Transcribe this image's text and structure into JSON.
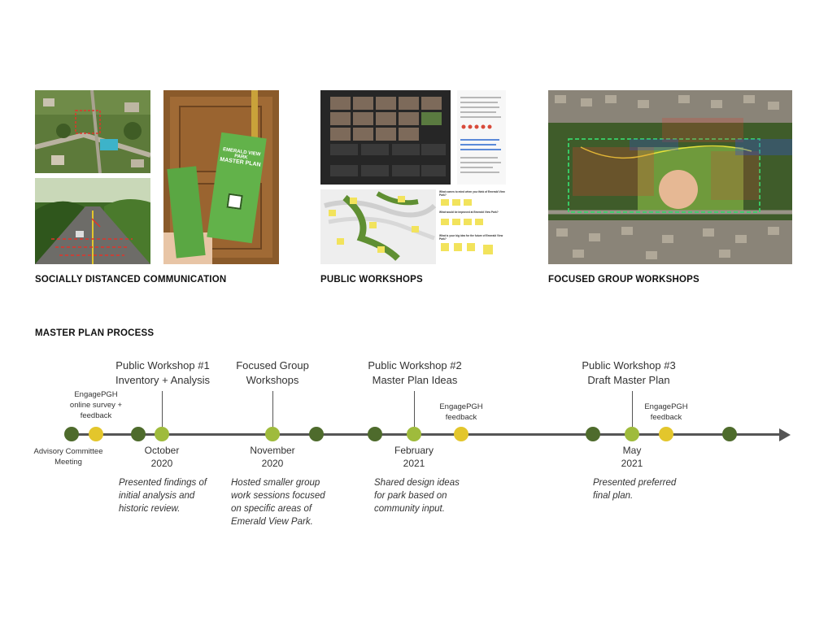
{
  "sections": {
    "socially_distanced": "SOCIALLY DISTANCED COMMUNICATION",
    "public_workshops": "PUBLIC WORKSHOPS",
    "focused_group": "FOCUSED GROUP WORKSHOPS",
    "master_plan_process": "MASTER PLAN PROCESS"
  },
  "door_hanger": {
    "lines": [
      "EMERALD VIEW",
      "PARK",
      "MASTER PLAN"
    ]
  },
  "workshop_map_questions": [
    "What comes to mind when you think of Emerald View Park?",
    "What would be improved at Emerald View Park?",
    "What is your big idea for the future of Emerald View Park?"
  ],
  "milestones": {
    "pw1": {
      "line1": "Public Workshop #1",
      "line2": "Inventory + Analysis",
      "month": "October",
      "year": "2020",
      "desc": [
        "Presented findings of",
        "initial analysis and",
        "historic review."
      ]
    },
    "fg": {
      "line1": "Focused Group",
      "line2": "Workshops",
      "month": "November",
      "year": "2020",
      "desc": [
        "Hosted smaller group",
        "work sessions focused",
        "on specific areas of",
        "Emerald View Park."
      ]
    },
    "pw2": {
      "line1": "Public Workshop #2",
      "line2": "Master Plan Ideas",
      "month": "February",
      "year": "2021",
      "desc": [
        "Shared design ideas",
        "for park based on",
        "community input."
      ]
    },
    "pw3": {
      "line1": "Public Workshop #3",
      "line2": "Draft Master Plan",
      "month": "May",
      "year": "2021",
      "desc": [
        "Presented preferred",
        "final plan."
      ]
    }
  },
  "labels": {
    "engage1": [
      "EngagePGH",
      "online survey +",
      "feedback"
    ],
    "advisory": [
      "Advisory Committee",
      "Meeting"
    ],
    "engage2": [
      "EngagePGH",
      "feedback"
    ],
    "engage3": [
      "EngagePGH",
      "feedback"
    ]
  },
  "colors": {
    "dark_green": "#4e6b2c",
    "light_green": "#9fbb3c",
    "yellow": "#e3c62c",
    "line": "#555555"
  },
  "timeline_dots": [
    {
      "kind": "dark_green"
    },
    {
      "kind": "yellow"
    },
    {
      "kind": "dark_green"
    },
    {
      "kind": "light_green"
    },
    {
      "kind": "light_green"
    },
    {
      "kind": "dark_green"
    },
    {
      "kind": "dark_green"
    },
    {
      "kind": "light_green"
    },
    {
      "kind": "yellow"
    },
    {
      "kind": "dark_green"
    },
    {
      "kind": "light_green"
    },
    {
      "kind": "yellow"
    },
    {
      "kind": "dark_green"
    }
  ]
}
